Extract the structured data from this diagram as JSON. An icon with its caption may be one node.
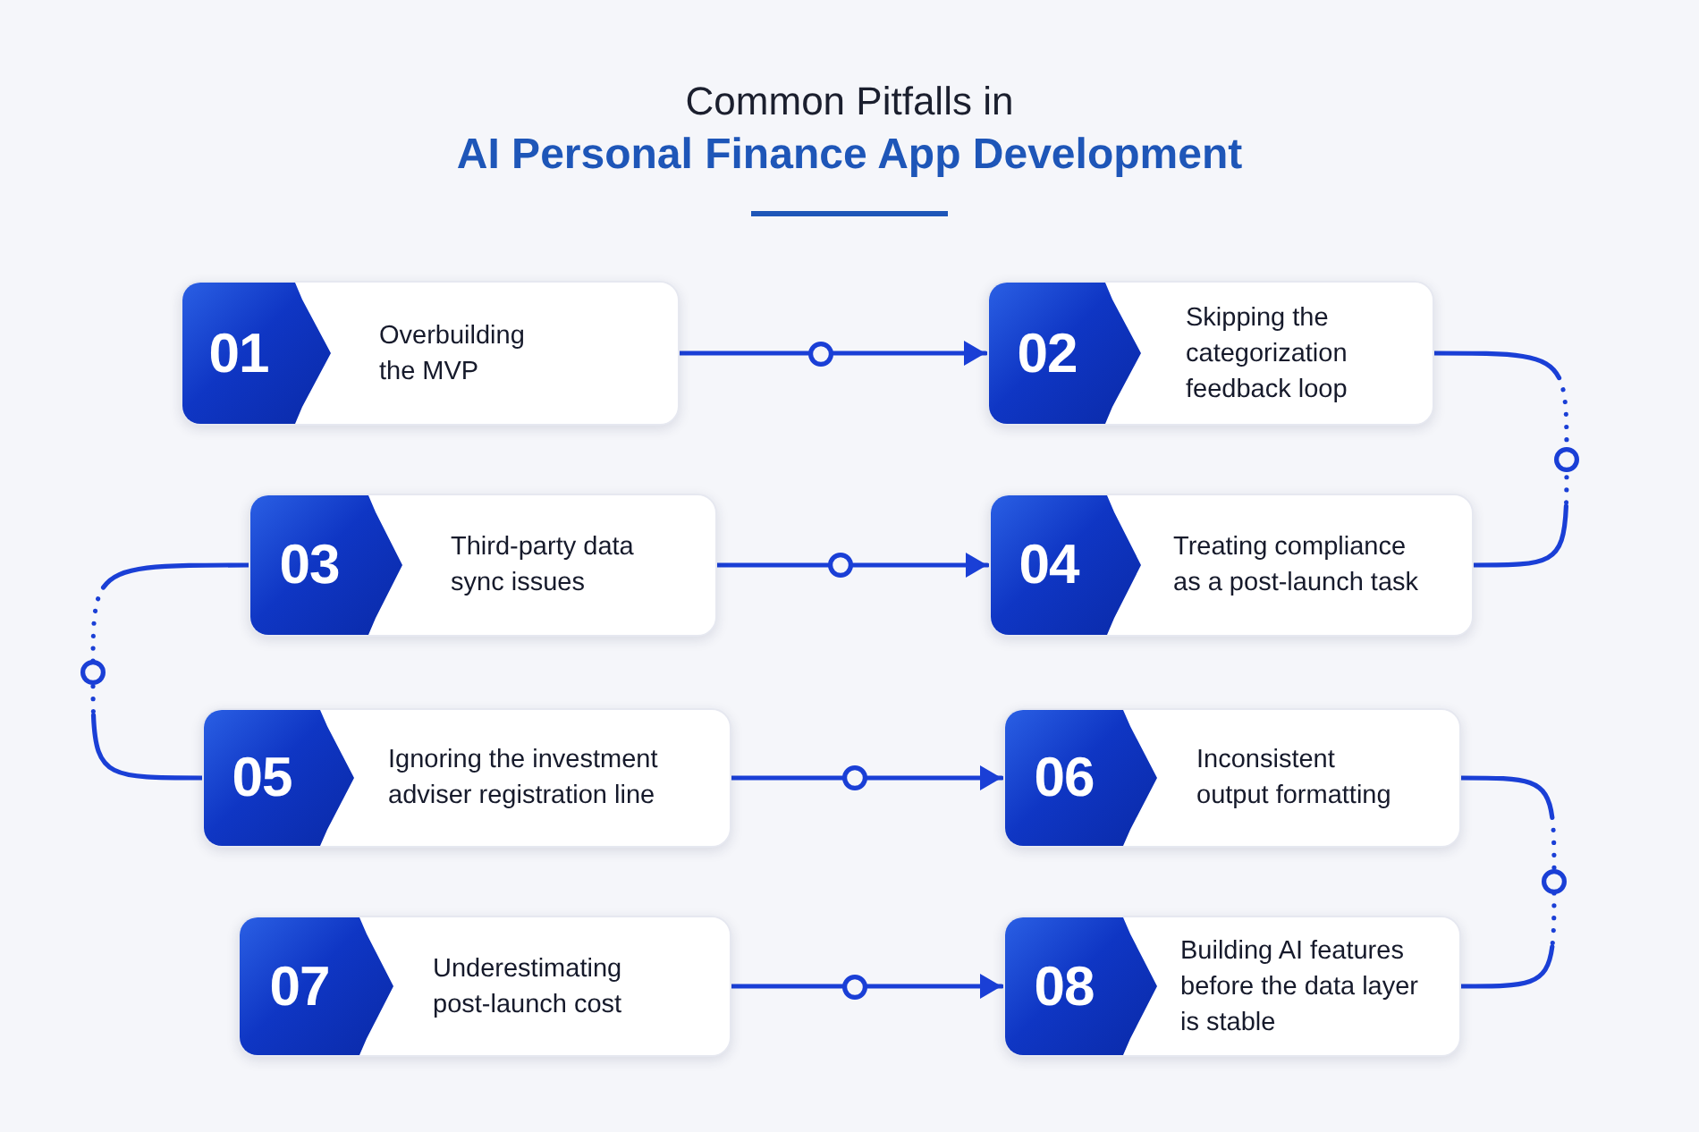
{
  "diagram": {
    "title": "Common Pitfalls in **AI Personal Finance App Development**",
    "nodes": [
      {
        "text": [
          "01",
          "Overbuilding the MVP"
        ]
      },
      {
        "text": [
          "02",
          "Skipping the categorization feedback loop"
        ]
      },
      {
        "text": [
          "03",
          "Third-party data sync issues"
        ]
      },
      {
        "text": [
          "04",
          "Treating compliance as a post-launch task"
        ]
      },
      {
        "text": [
          "05",
          "Ignoring the investment adviser registration line"
        ]
      },
      {
        "text": [
          "06",
          "Inconsistent output formatting"
        ]
      },
      {
        "text": [
          "07",
          "Underestimating post-launch cost"
        ]
      },
      {
        "text": [
          "08",
          "Building AI features before the data layer is stable"
        ]
      }
    ],
    "edges": [
      {
        "from": 0,
        "to": 1,
        "arrow": "to"
      },
      {
        "from": 1,
        "to": 3,
        "arrow": "none",
        "style": "dashed"
      },
      {
        "from": 2,
        "to": 3,
        "arrow": "to"
      },
      {
        "from": 2,
        "to": 4,
        "arrow": "none",
        "style": "dashed"
      },
      {
        "from": 4,
        "to": 5,
        "arrow": "to"
      },
      {
        "from": 5,
        "to": 7,
        "arrow": "none",
        "style": "dashed"
      },
      {
        "from": 6,
        "to": 7,
        "arrow": "to"
      }
    ]
  }
}
